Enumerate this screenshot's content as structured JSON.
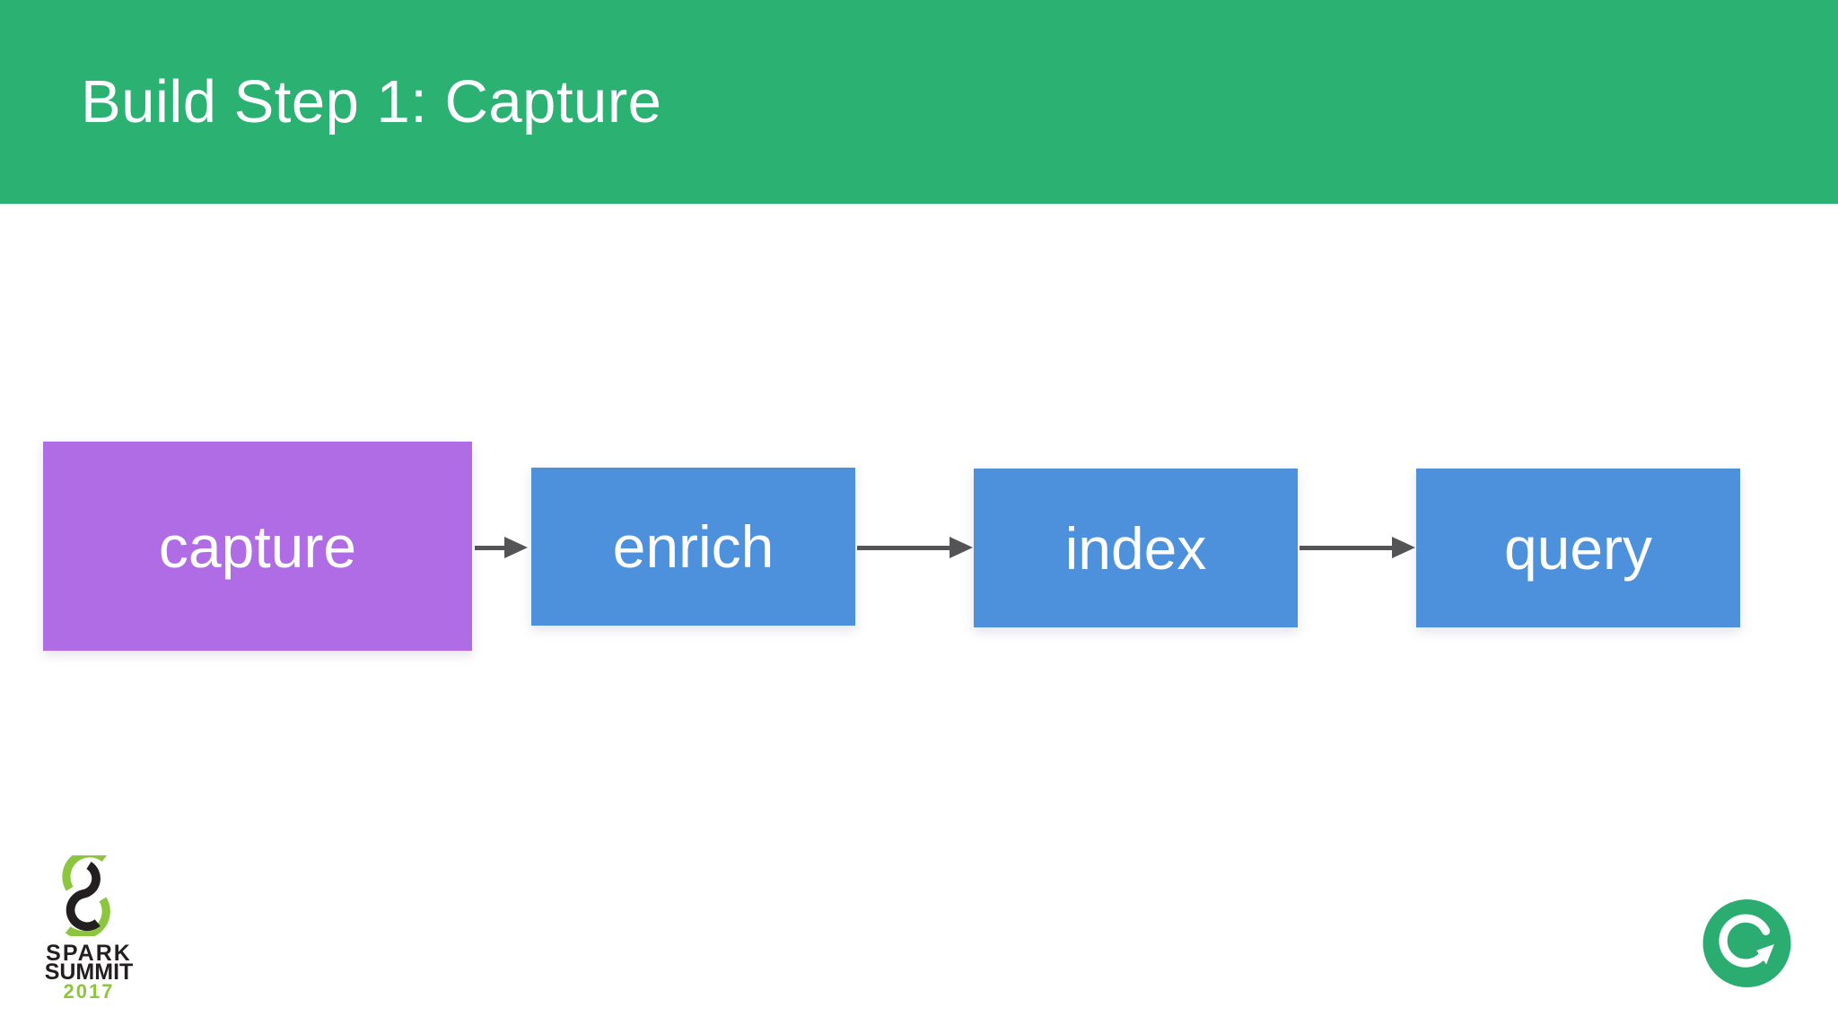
{
  "slide": {
    "title": "Build Step 1: Capture"
  },
  "theme": {
    "header_green": "#2bb272",
    "background": "#ffffff",
    "title_color": "#ffffff",
    "node_text_color": "#ffffff",
    "highlight_purple": "#af6ce4",
    "node_blue": "#4d91dd",
    "arrow_gray": "#545457"
  },
  "pipeline": {
    "nodes": [
      {
        "id": "capture",
        "label": "capture",
        "highlighted": true
      },
      {
        "id": "enrich",
        "label": "enrich",
        "highlighted": false
      },
      {
        "id": "index",
        "label": "index",
        "highlighted": false
      },
      {
        "id": "query",
        "label": "query",
        "highlighted": false
      }
    ]
  },
  "footer": {
    "spark_summit": {
      "line1": "SPARK",
      "line2": "SUMMIT",
      "year": "2017",
      "green": "#8cc63f",
      "black": "#231f20"
    },
    "grammarly": {
      "circle_green": "#2bad72"
    }
  }
}
